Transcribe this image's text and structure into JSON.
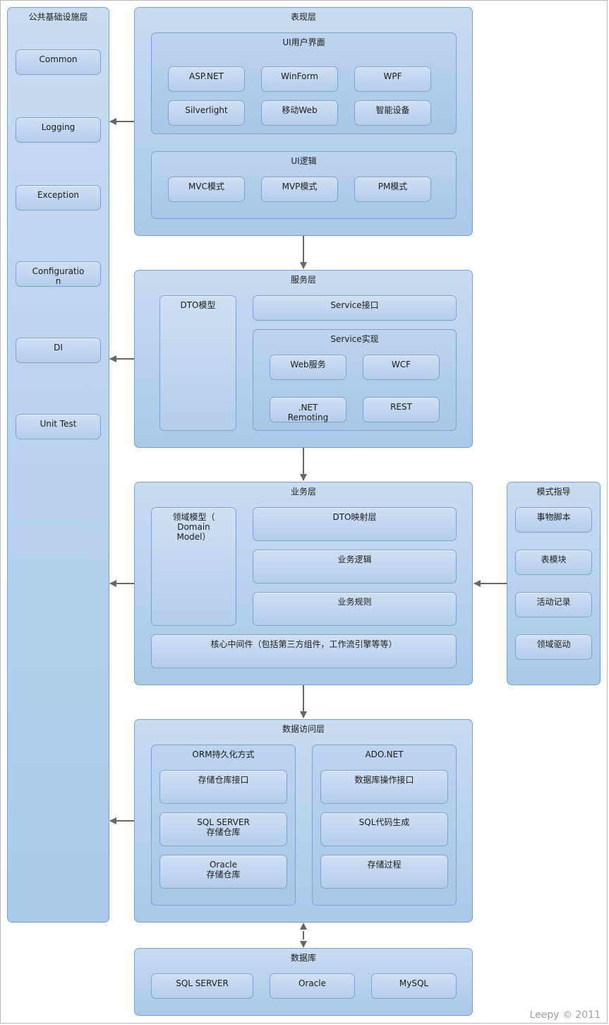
{
  "infra": {
    "title": "公共基础设施层",
    "items": [
      "Common",
      "Logging",
      "Exception",
      "Configuratio\nn",
      "DI",
      "Unit Test"
    ]
  },
  "presentation": {
    "title": "表现层",
    "ui": {
      "title": "UI用户界面",
      "items": [
        "ASP.NET",
        "WinForm",
        "WPF",
        "Silverlight",
        "移动Web",
        "智能设备"
      ]
    },
    "logic": {
      "title": "UI逻辑",
      "items": [
        "MVC模式",
        "MVP模式",
        "PM模式"
      ]
    }
  },
  "service": {
    "title": "服务层",
    "dto": "DTO模型",
    "interface": "Service接口",
    "impl": {
      "title": "Service实现",
      "items": [
        "Web服务",
        "WCF",
        ".NET\nRemoting",
        "REST"
      ]
    }
  },
  "business": {
    "title": "业务层",
    "domain": "领域模型（\nDomain\nModel）",
    "items": [
      "DTO映射层",
      "业务逻辑",
      "业务规则"
    ],
    "middleware": "核心中间件（包括第三方组件，工作流引擎等等）"
  },
  "patterns": {
    "title": "模式指导",
    "items": [
      "事物脚本",
      "表模块",
      "活动记录",
      "领域驱动"
    ]
  },
  "dataaccess": {
    "title": "数据访问层",
    "orm": {
      "title": "ORM持久化方式",
      "items": [
        "存储仓库接口",
        "SQL SERVER\n存储仓库",
        "Oracle\n存储仓库"
      ]
    },
    "ado": {
      "title": "ADO.NET",
      "items": [
        "数据库操作接口",
        "SQL代码生成",
        "存储过程"
      ]
    }
  },
  "database": {
    "title": "数据库",
    "items": [
      "SQL SERVER",
      "Oracle",
      "MySQL"
    ]
  },
  "credit": "Leepy © 2011",
  "colors": {
    "panel_fill": "#b3cfee",
    "border": "#7ba0cc",
    "arrow": "#666666"
  }
}
